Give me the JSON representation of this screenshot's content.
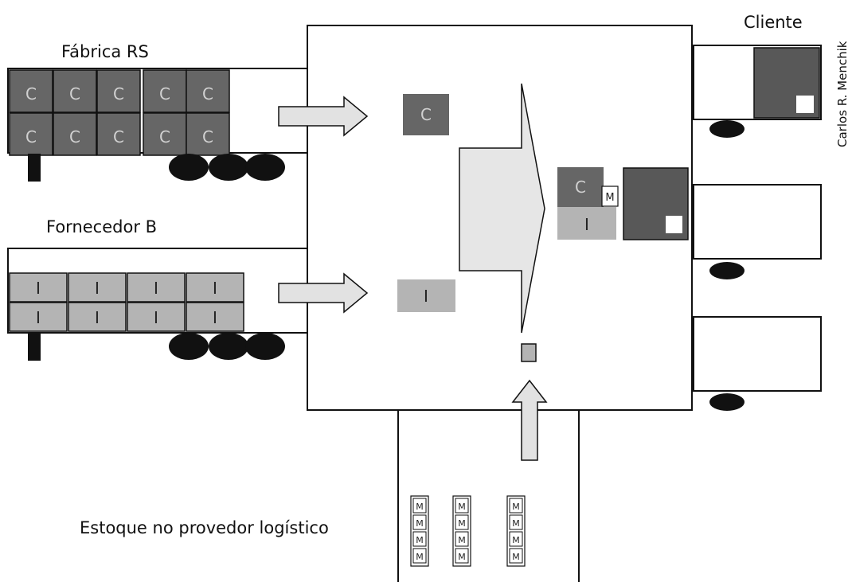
{
  "labels": {
    "fabrica": "Fábrica RS",
    "fornecedor": "Fornecedor B",
    "cliente": "Cliente",
    "estoque": "Estoque no provedor logístico",
    "credit": "Carlos R. Menchik"
  },
  "item_codes": {
    "c": "C",
    "i": "I",
    "m": "M"
  },
  "colors": {
    "dark_crate": "#666666",
    "light_crate": "#b4b4b4",
    "combined_box": "#585858",
    "wheel": "#111111",
    "arrow_fill": "#e2e2e2",
    "funnel_fill": "#e6e6e6"
  }
}
